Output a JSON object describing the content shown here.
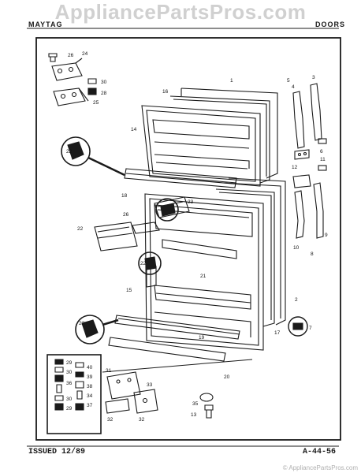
{
  "header": {
    "left_text": "MAYTAG",
    "middle_text": "",
    "right_text": "DOORS"
  },
  "watermark": {
    "top": "AppliancePartsPros.com",
    "bottom": "© AppliancePartsPros.com"
  },
  "footer": {
    "issued": "ISSUED 12/89",
    "page_code": "A-44-56"
  },
  "callouts": [
    "1",
    "2",
    "3",
    "4",
    "5",
    "6",
    "7",
    "8",
    "9",
    "10",
    "11",
    "12",
    "13",
    "14",
    "15",
    "16",
    "17",
    "18",
    "19",
    "20",
    "21",
    "22",
    "22",
    "22",
    "23",
    "24",
    "25",
    "26",
    "27",
    "28",
    "29",
    "29",
    "29",
    "30",
    "30",
    "30",
    "31",
    "32",
    "32",
    "33",
    "34",
    "35",
    "36",
    "37",
    "38",
    "39",
    "40"
  ],
  "colors": {
    "line": "#1a1a1a",
    "watermark": "#aaaaaa"
  }
}
